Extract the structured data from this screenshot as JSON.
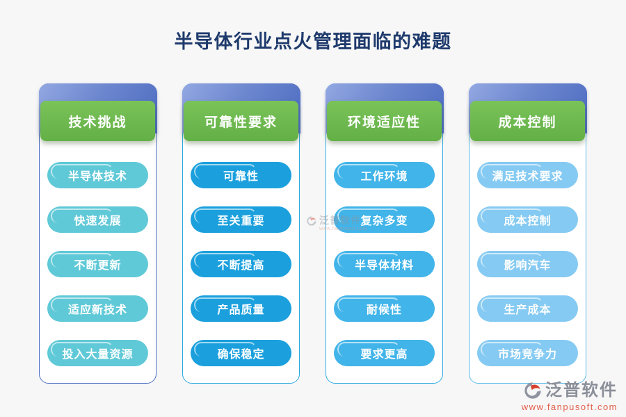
{
  "title": "半导体行业点火管理面临的难题",
  "columns": [
    {
      "header": "技术挑战",
      "pill_color": "#60c9d7",
      "border_color": "#4e6fc6",
      "items": [
        "半导体技术",
        "快速发展",
        "不断更新",
        "适应新技术",
        "投入大量资源"
      ]
    },
    {
      "header": "可靠性要求",
      "pill_color": "#1ba0dd",
      "border_color": "#2aa9e0",
      "items": [
        "可靠性",
        "至关重要",
        "不断提高",
        "产品质量",
        "确保稳定"
      ]
    },
    {
      "header": "环境适应性",
      "pill_color": "#41b4e9",
      "border_color": "#2cabe2",
      "items": [
        "工作环境",
        "复杂多变",
        "半导体材料",
        "耐候性",
        "要求更高"
      ]
    },
    {
      "header": "成本控制",
      "pill_color": "#85caf2",
      "border_color": "#5dbdea",
      "items": [
        "满足技术要求",
        "成本控制",
        "影响汽车",
        "生产成本",
        "市场竞争力"
      ]
    }
  ],
  "header_color": "#6cb84c",
  "cap_color_top": "#93a8e2",
  "cap_color_bottom": "#4b6ac0",
  "title_color": "#1e3a6c",
  "watermark": {
    "text": "泛普软件"
  },
  "footer": {
    "brand": "泛普软件",
    "url": "www.fanpusoft.com"
  }
}
